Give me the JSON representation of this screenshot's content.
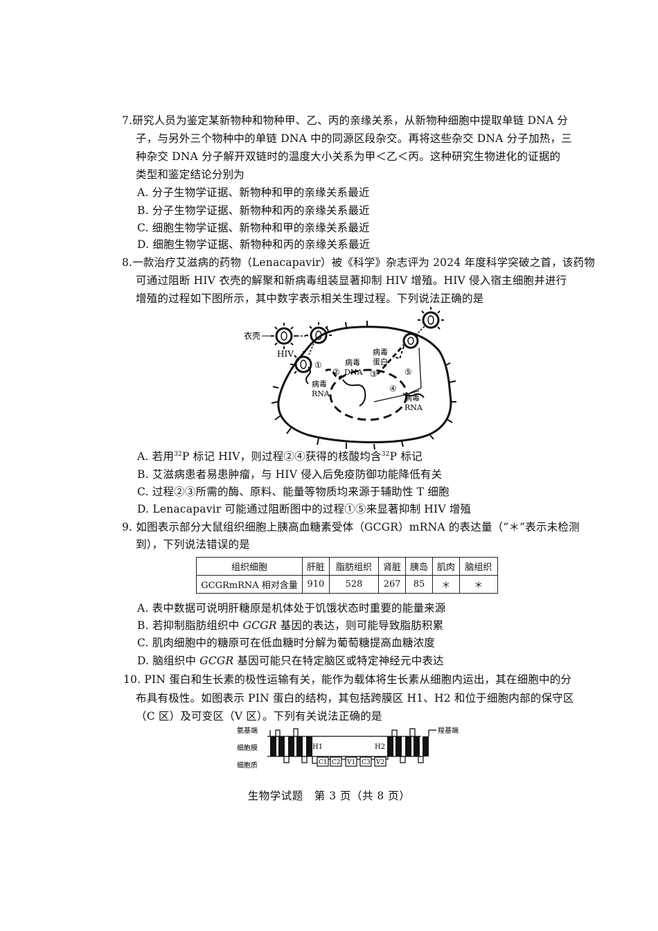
{
  "q7": {
    "lines": [
      "7.研究人员为鉴定某新物种和物种甲、乙、丙的亲缘关系，从新物种细胞中提取单链 DNA 分",
      "子，与另外三个物种中的单链 DNA 中的同源区段杂交。再将这些杂交 DNA 分子加热，三",
      "种杂交 DNA 分子解开双链时的温度大小关系为甲＜乙＜丙。这种研究生物进化的证据的",
      "类型和鉴定结论分别为"
    ],
    "options": [
      "A. 分子生物学证据、新物种和甲的亲缘关系最近",
      "B. 分子生物学证据、新物种和丙的亲缘关系最近",
      "C. 细胞生物学证据、新物种和甲的亲缘关系最近",
      "D. 细胞生物学证据、新物种和丙的亲缘关系最近"
    ]
  },
  "q8": {
    "lines": [
      "8.一款治疗艾滋病的药物（Lenacapavir）被《科学》杂志评为 2024 年度科学突破之首，该药物",
      "可通过阻断 HIV 衣壳的解聚和新病毒组装显著抑制 HIV 增殖。HIV 侵入宿主细胞并进行",
      "增殖的过程如下图所示，其中数字表示相关生理过程。下列说法正确的是"
    ],
    "figure": {
      "label_capsid": "衣壳",
      "label_hiv": "HIV",
      "label_viral_rna_1": [
        "病毒",
        "RNA"
      ],
      "label_viral_dna": [
        "病毒",
        "DNA"
      ],
      "label_viral_protein": [
        "病毒",
        "蛋白"
      ],
      "label_viral_rna_2": [
        "病毒",
        "RNA"
      ],
      "steps": [
        "①",
        "②",
        "③",
        "④",
        "⑤"
      ]
    },
    "options": {
      "A_pre": "A. 若用",
      "A_sup1": "32",
      "A_mid": "P 标记 HIV，则过程②④获得的核酸均含",
      "A_sup2": "32",
      "A_post": "P 标记",
      "B": "B. 艾滋病患者易患肿瘤，与 HIV 侵入后免疫防御功能降低有关",
      "C": "C. 过程②③所需的酶、原料、能量等物质均来源于辅助性 T 细胞",
      "D": "D. Lenacapavir 可能通过阻断图中的过程①⑤来显著抑制 HIV 增殖"
    }
  },
  "q9": {
    "lines": [
      "9. 如图表示部分大鼠组织细胞上胰高血糖素受体（GCGR）mRNA 的表达量（“＊”表示未检测",
      "到），下列说法错误的是"
    ],
    "table": {
      "header": [
        "组织细胞",
        "肝脏",
        "脂肪组织",
        "肾脏",
        "胰岛",
        "肌肉",
        "脑组织"
      ],
      "row": [
        "GCGRmRNA 相对含量",
        "910",
        "528",
        "267",
        "85",
        "＊",
        "＊"
      ]
    },
    "options": {
      "A": "A. 表中数据可说明肝糖原是机体处于饥饿状态时重要的能量来源",
      "B_pre": "B. 若抑制脂肪组织中 ",
      "B_gene": "GCGR",
      "B_post": " 基因的表达，则可能导致脂肪积累",
      "C": "C. 肌肉细胞中的糖原可在低血糖时分解为葡萄糖提高血糖浓度",
      "D_pre": "D. 脑组织中 ",
      "D_gene": "GCGR",
      "D_post": " 基因可能只在特定脑区或特定神经元中表达"
    }
  },
  "q10": {
    "lines": [
      "10. PIN 蛋白和生长素的极性运输有关，能作为载体将生长素从细胞内运出，其在细胞中的分",
      "布具有极性。如图表示 PIN 蛋白的结构，其包括跨膜区 H1、H2 和位于细胞内部的保守区",
      "（C 区）及可变区（V 区）。下列有关说法正确的是"
    ],
    "figure": {
      "n_terminus": "氨基端",
      "c_terminus": "羧基端",
      "membrane": "细胞膜",
      "cytoplasm": "细胞质",
      "h1": "H1",
      "h2": "H2",
      "regions": [
        "C1",
        "C2",
        "V1",
        "C3",
        "V2"
      ]
    }
  },
  "footer": "生物学试题　第 3 页（共 8 页）"
}
